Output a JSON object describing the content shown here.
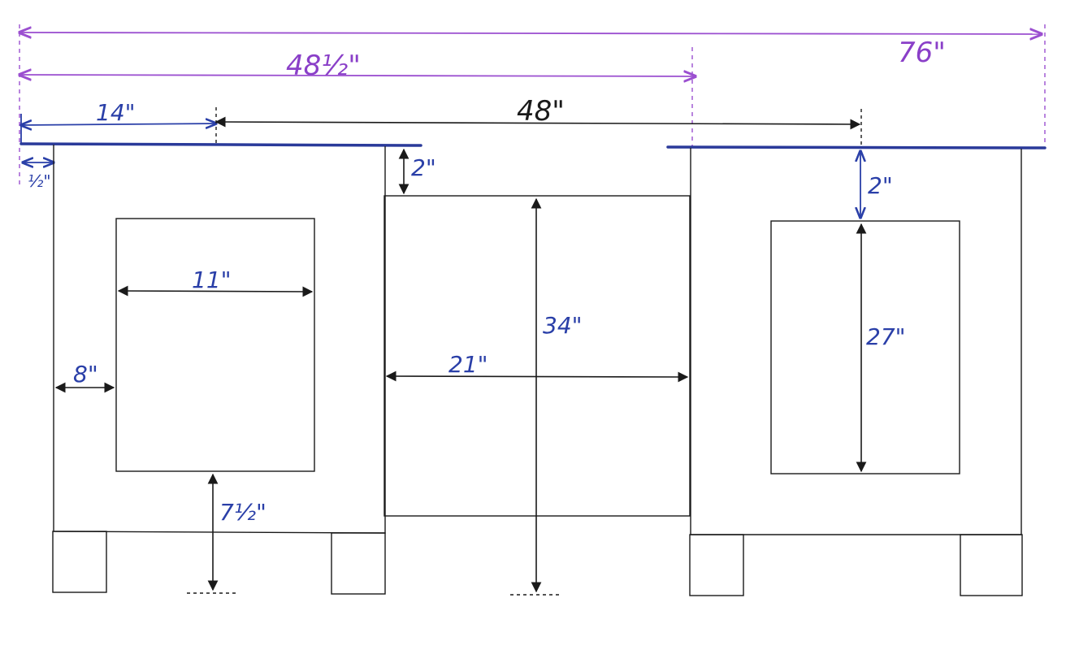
{
  "dimensions": {
    "overall_width": "76\"",
    "left_cabinet_to_center": "48½\"",
    "cabinet_offset": "14\"",
    "center_spacing": "48\"",
    "overhang": "½\"",
    "top_gap_left": "2\"",
    "top_gap_right": "2\"",
    "left_panel_width": "11\"",
    "left_margin": "8\"",
    "toe_kick": "7½\"",
    "center_height": "34\"",
    "center_width": "21\"",
    "right_panel_height": "27\""
  },
  "colors": {
    "outline": "#1a1a1a",
    "blue_ink": "#2a3fa8",
    "purple_ink": "#9b4fd0",
    "countertop": "#2a3a9a"
  }
}
